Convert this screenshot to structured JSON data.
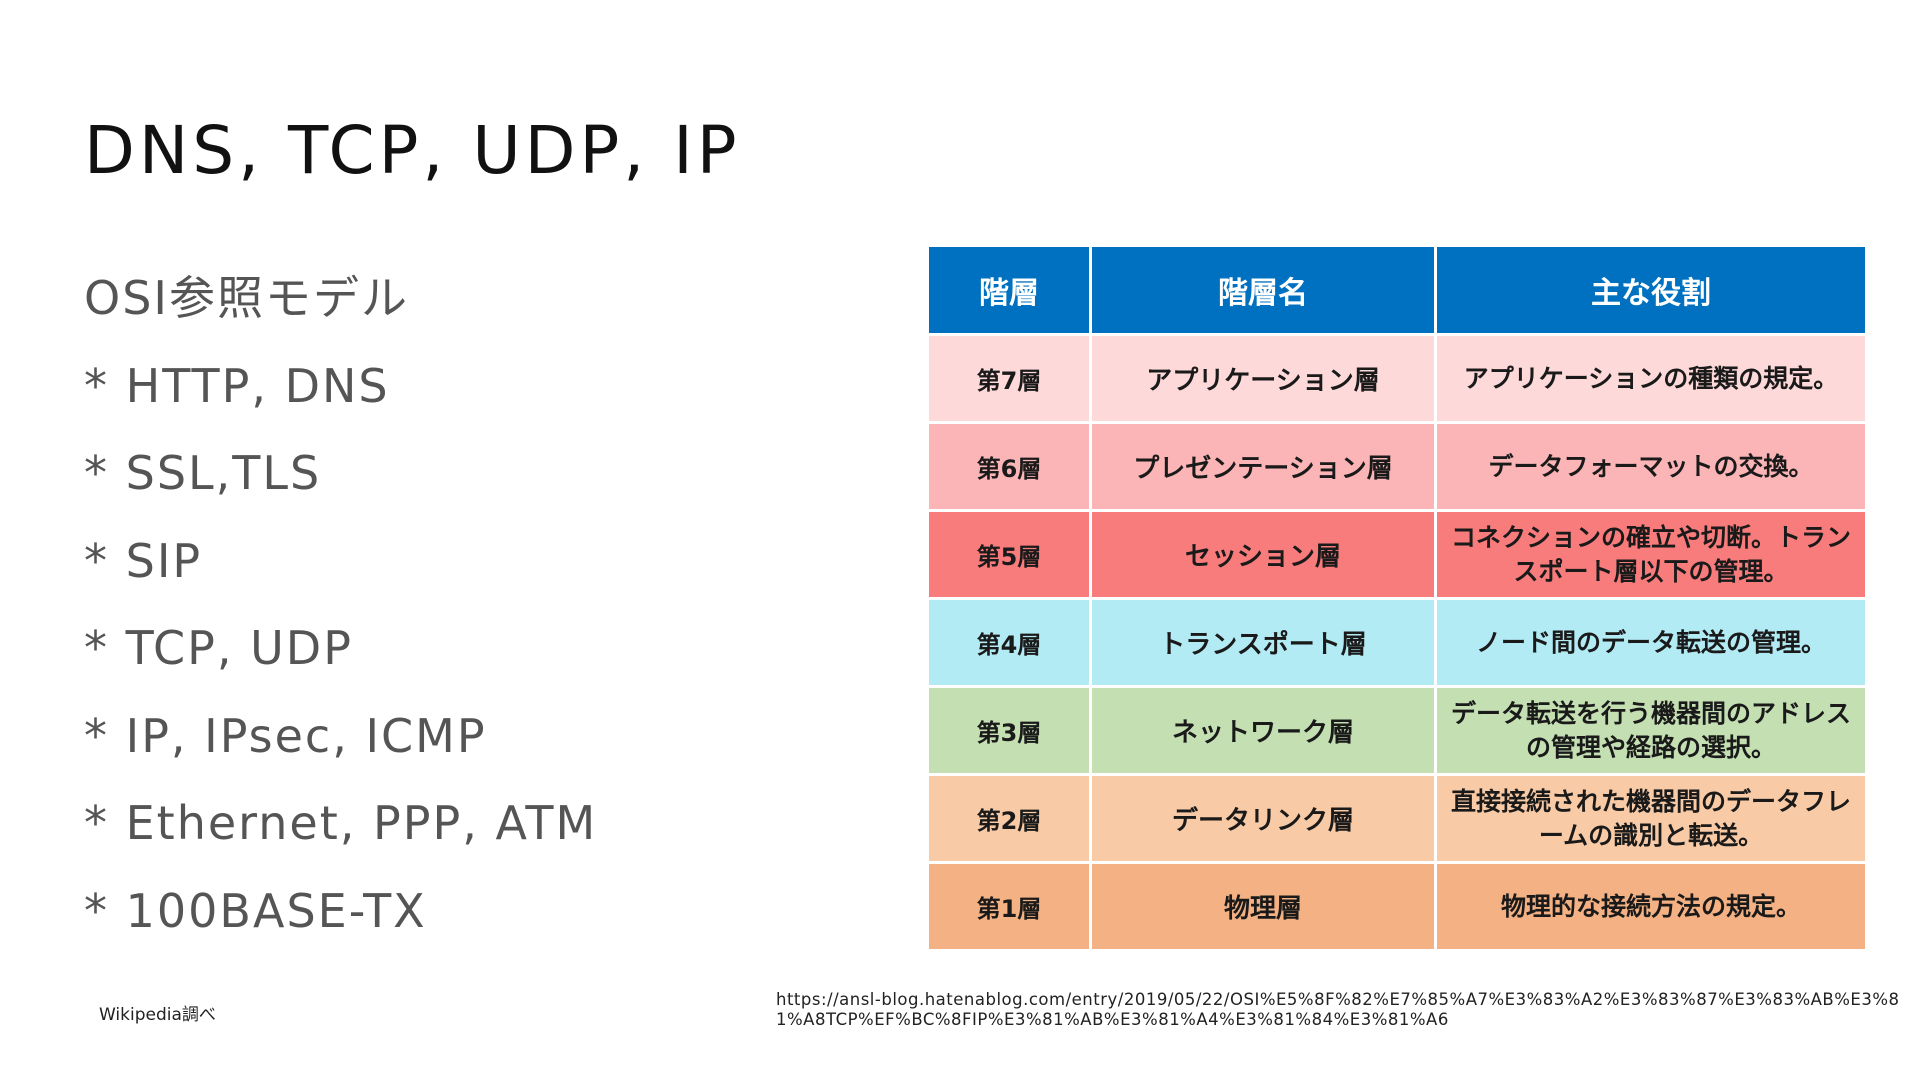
{
  "slide": {
    "title": "DNS, TCP, UDP, IP",
    "bullets": [
      "OSI参照モデル",
      "* HTTP, DNS",
      "* SSL,TLS",
      "* SIP",
      "* TCP, UDP",
      "* IP, IPsec, ICMP",
      "* Ethernet, PPP, ATM",
      "* 100BASE-TX"
    ],
    "note_left": "Wikipedia調べ",
    "note_right": "https://ansl-blog.hatenablog.com/entry/2019/05/22/OSI%E5%8F%82%E7%85%A7%E3%83%A2%E3%83%87%E3%83%AB%E3%81%A8TCP%EF%BC%8FIP%E3%81%AB%E3%81%A4%E3%81%84%E3%81%A6"
  },
  "table": {
    "headers": [
      "階層",
      "階層名",
      "主な役割"
    ],
    "header_color": "#0070c0",
    "rows": [
      {
        "layer": "第7層",
        "name": "アプリケーション層",
        "role": "アプリケーションの種類の規定。",
        "color": "#fdd9da"
      },
      {
        "layer": "第6層",
        "name": "プレゼンテーション層",
        "role": "データフォーマットの交換。",
        "color": "#fcb5b7"
      },
      {
        "layer": "第5層",
        "name": "セッション層",
        "role": "コネクションの確立や切断。トランスポート層以下の管理。",
        "color": "#f97c7c"
      },
      {
        "layer": "第4層",
        "name": "トランスポート層",
        "role": "ノード間のデータ転送の管理。",
        "color": "#b3ebf5"
      },
      {
        "layer": "第3層",
        "name": "ネットワーク層",
        "role": "データ転送を行う機器間のアドレスの管理や経路の選択。",
        "color": "#c4e0b3"
      },
      {
        "layer": "第2層",
        "name": "データリンク層",
        "role": "直接接続された機器間のデータフレームの識別と転送。",
        "color": "#f8caa6"
      },
      {
        "layer": "第1層",
        "name": "物理層",
        "role": "物理的な接続方法の規定。",
        "color": "#f4b183"
      }
    ]
  }
}
